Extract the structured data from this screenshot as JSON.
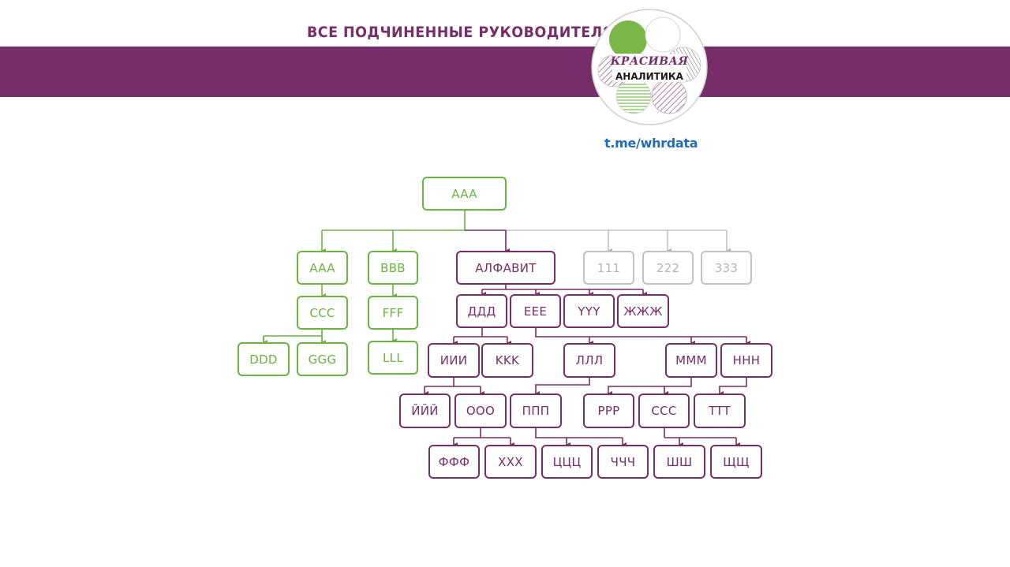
{
  "header": {
    "title": "ВСЕ ПОДЧИНЕННЫЕ РУКОВОДИТЕЛЯ",
    "logo_line1": "КРАСИВАЯ",
    "logo_line2": "АНАЛИТИКА",
    "link": "t.me/whrdata"
  },
  "colors": {
    "banner": "#772d6a",
    "green": "#6cb33f",
    "purple": "#772d6a",
    "gray": "#c2c2c2",
    "link": "#1e6db8"
  },
  "org": {
    "root": "AAA",
    "level1": [
      "AAA",
      "BBB",
      "АЛФАВИТ",
      "111",
      "222",
      "333"
    ],
    "green_branch": {
      "l2": [
        "CCC",
        "FFF"
      ],
      "l3": [
        "DDD",
        "GGG",
        "LLL"
      ]
    },
    "purple_branch": {
      "l2": [
        "ДДД",
        "EEE",
        "YYY",
        "ЖЖЖ"
      ],
      "l3": [
        "ИИИ",
        "KKK",
        "ЛЛЛ",
        "MMM",
        "HHH"
      ],
      "l4": [
        "ЙЙЙ",
        "OOO",
        "ППП",
        "PPP",
        "CCC",
        "TTT"
      ],
      "l5": [
        "ФФФ",
        "XXX",
        "ЦЦЦ",
        "ЧЧЧ",
        "ШШ",
        "ЩЩ"
      ]
    }
  }
}
